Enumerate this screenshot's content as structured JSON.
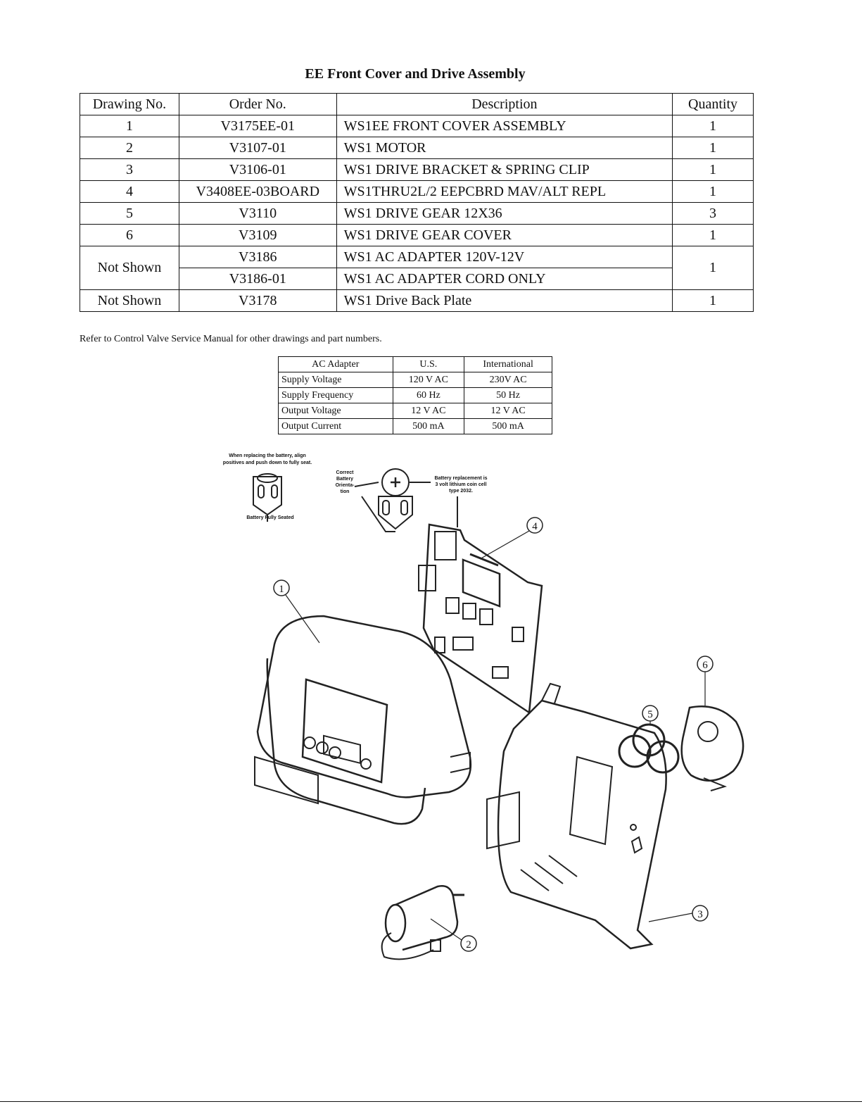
{
  "title": "EE Front Cover and Drive Assembly",
  "parts_table": {
    "headers": [
      "Drawing No.",
      "Order No.",
      "Description",
      "Quantity"
    ],
    "rows": [
      {
        "drawing": "1",
        "order": "V3175EE-01",
        "description": "WS1EE FRONT COVER ASSEMBLY",
        "qty": "1"
      },
      {
        "drawing": "2",
        "order": "V3107-01",
        "description": "WS1 MOTOR",
        "qty": "1"
      },
      {
        "drawing": "3",
        "order": "V3106-01",
        "description": "WS1 DRIVE BRACKET & SPRING CLIP",
        "qty": "1"
      },
      {
        "drawing": "4",
        "order": "V3408EE-03BOARD",
        "description": "WS1THRU2L/2 EEPCBRD MAV/ALT REPL",
        "qty": "1"
      },
      {
        "drawing": "5",
        "order": "V3110",
        "description": "WS1 DRIVE GEAR 12X36",
        "qty": "3"
      },
      {
        "drawing": "6",
        "order": "V3109",
        "description": "WS1 DRIVE GEAR COVER",
        "qty": "1"
      },
      {
        "drawing": "Not Shown",
        "order": "V3186",
        "description": "WS1 AC ADAPTER 120V-12V",
        "qty": "1"
      },
      {
        "drawing": "",
        "order": "V3186-01",
        "description": "WS1 AC ADAPTER CORD ONLY",
        "qty": ""
      },
      {
        "drawing": "Not Shown",
        "order": "V3178",
        "description": "WS1 Drive Back Plate",
        "qty": "1"
      }
    ]
  },
  "note": "Refer to Control Valve Service Manual for other drawings and part numbers.",
  "adapter_table": {
    "headers": [
      "AC Adapter",
      "U.S.",
      "International"
    ],
    "rows": [
      {
        "label": "Supply Voltage",
        "us": "120 V AC",
        "intl": "230V AC"
      },
      {
        "label": "Supply Frequency",
        "us": "60 Hz",
        "intl": "50 Hz"
      },
      {
        "label": "Output Voltage",
        "us": "12 V AC",
        "intl": "12 V AC"
      },
      {
        "label": "Output Current",
        "us": "500 mA",
        "intl": "500 mA"
      }
    ]
  },
  "diagram": {
    "battery_note_1": "When replacing the battery, align",
    "battery_note_2": "positives and push down to fully seat.",
    "battery_seated": "Battery Fully Seated",
    "orientation_1": "Correct",
    "orientation_2": "Battery",
    "orientation_3": "Orienta-",
    "orientation_4": "tion",
    "replacement_1": "Battery replacement is",
    "replacement_2": "3 volt lithium coin cell",
    "replacement_3": "type 2032.",
    "callouts": [
      "1",
      "2",
      "3",
      "4",
      "5",
      "6"
    ]
  }
}
